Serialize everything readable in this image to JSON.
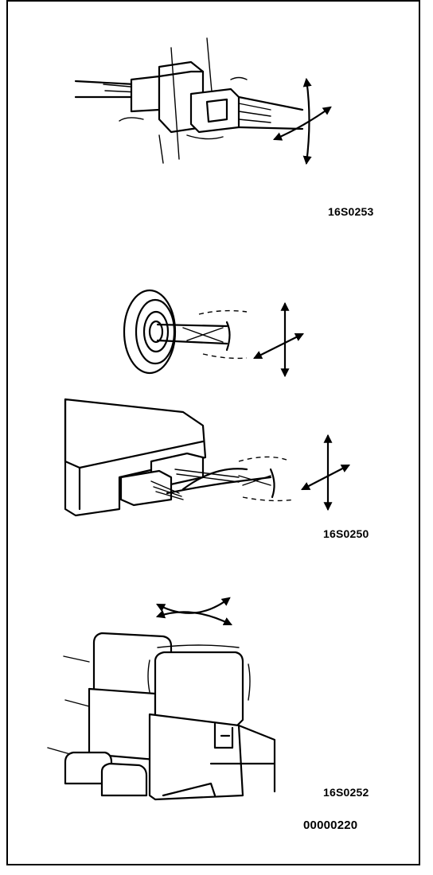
{
  "figures": [
    {
      "id": "connector",
      "code": "16S0253"
    },
    {
      "id": "grommet-and-module",
      "code": "16S0250"
    },
    {
      "id": "relays",
      "code": "16S0252"
    }
  ],
  "page_code": "00000220"
}
